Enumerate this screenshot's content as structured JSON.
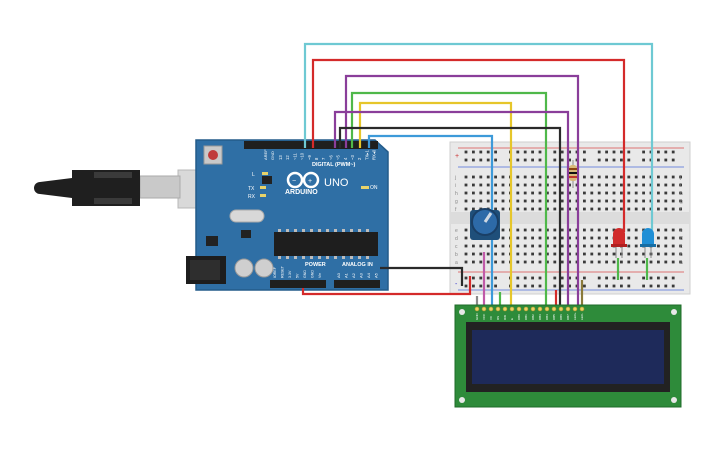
{
  "board": {
    "brand": "ARDUINO",
    "model": "UNO",
    "digital_label": "DIGITAL (PWM~)",
    "power_label": "POWER",
    "analog_label": "ANALOG IN",
    "on_label": "ON",
    "tx_label": "TX",
    "rx_label": "RX",
    "l_label": "L",
    "aref_label": "AREF",
    "gnd_label": "GND",
    "digital_pins": [
      "13",
      "12",
      "~11",
      "~10",
      "~9",
      "8",
      "7",
      "~6",
      "~5",
      "4",
      "~3",
      "2",
      "TX▸1",
      "RX◂0"
    ],
    "power_pins": [
      "IOREF",
      "RESET",
      "3.3V",
      "5V",
      "GND",
      "GND",
      "Vin"
    ],
    "analog_pins": [
      "A0",
      "A1",
      "A2",
      "A3",
      "A4",
      "A5"
    ]
  },
  "breadboard": {
    "row_letters_top": [
      "j",
      "i",
      "h",
      "g",
      "f"
    ],
    "row_letters_bottom": [
      "e",
      "d",
      "c",
      "b",
      "a"
    ],
    "rail_plus": "+",
    "rail_minus": "-"
  },
  "lcd": {
    "pin_labels": [
      "GND",
      "VCC",
      "V0",
      "RS",
      "RW",
      "E",
      "DB0",
      "DB1",
      "DB2",
      "DB3",
      "DB4",
      "DB5",
      "DB6",
      "DB7",
      "LED+",
      "LED-"
    ]
  },
  "colors": {
    "board": "#2f6fa5",
    "wire_red": "#d42a2a",
    "wire_cyan": "#6ec9d3",
    "wire_purple": "#8a3e9a",
    "wire_green": "#4fb84a",
    "wire_yellow": "#e6c62a",
    "wire_black": "#2a2a2a",
    "wire_blue": "#3d9ad9",
    "lcd_screen": "#1e2a5a",
    "lcd_pcb": "#2e8b3a",
    "led_red": "#d12b2b",
    "led_blue": "#1f8fd6"
  },
  "icons": [
    "usb-cable-icon",
    "potentiometer-icon",
    "resistor-icon",
    "led-red-icon",
    "led-blue-icon",
    "reset-button-icon",
    "arduino-logo-icon"
  ]
}
